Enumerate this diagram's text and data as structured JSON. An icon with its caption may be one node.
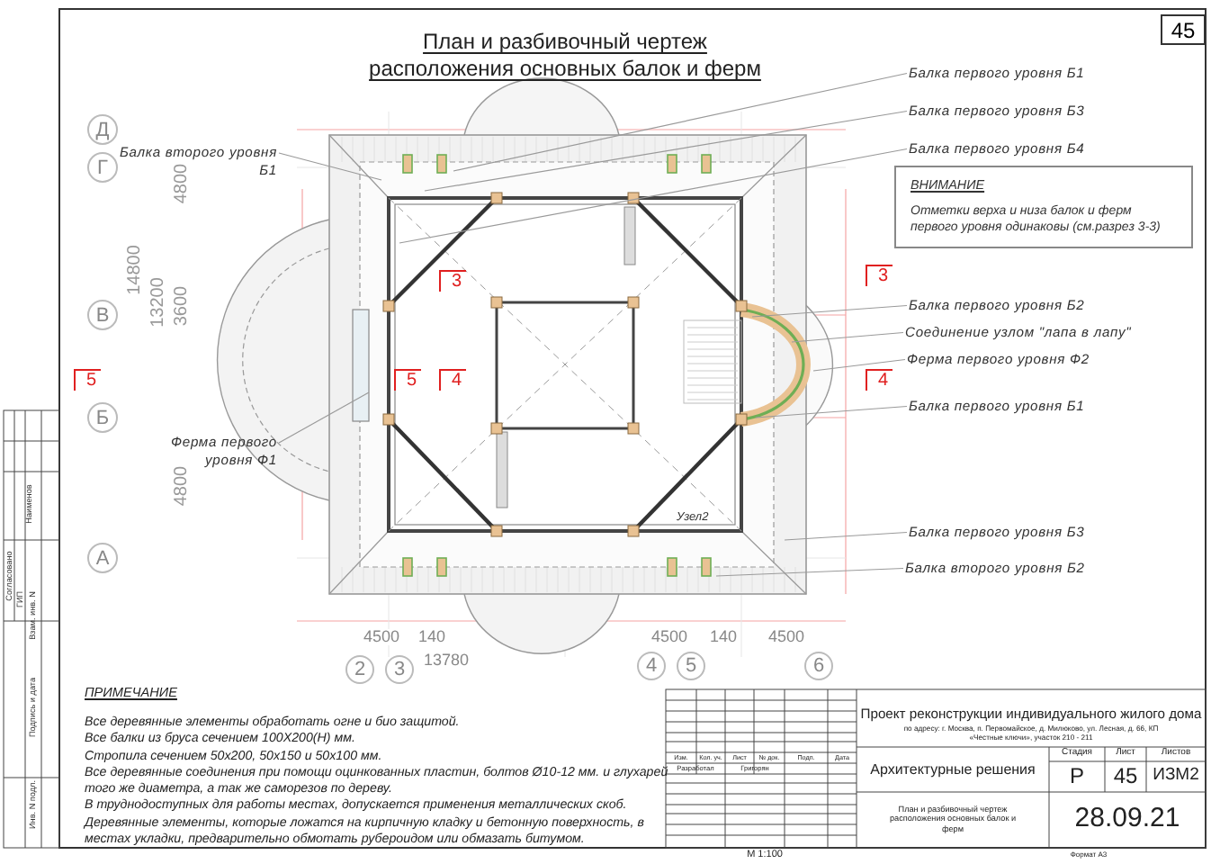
{
  "diagram": {
    "title": "План и разбивочный чертеж расположения основных балок и ферм",
    "nodes": [
      {
        "text": [
          "Балка второго уровня Б1"
        ]
      },
      {
        "text": [
          "Ферма первого уровня Ф1"
        ]
      },
      {
        "text": [
          "Балка первого уровня Б1"
        ]
      },
      {
        "text": [
          "Балка первого уровня Б3"
        ]
      },
      {
        "text": [
          "Балка первого уровня Б4"
        ]
      },
      {
        "text": [
          "ВНИМАНИЕ",
          "Отметки верха и низа балок и ферм первого уровня одинаковы (см.разрез 3-3)"
        ]
      },
      {
        "text": [
          "Балка первого уровня Б2"
        ]
      },
      {
        "text": [
          "Соединение узлом \"лапа в лапу\""
        ]
      },
      {
        "text": [
          "Ферма первого уровня Ф2"
        ]
      },
      {
        "text": [
          "Балка первого уровня Б1"
        ]
      },
      {
        "text": [
          "Балка первого уровня Б3"
        ]
      },
      {
        "text": [
          "Балка второго уровня Б2"
        ]
      }
    ],
    "edges": [
      {
        "from": 0,
        "to": null,
        "arrow": "none"
      },
      {
        "from": 1,
        "to": null,
        "arrow": "none"
      },
      {
        "from": 2,
        "to": null,
        "arrow": "none"
      },
      {
        "from": 3,
        "to": null,
        "arrow": "none"
      },
      {
        "from": 4,
        "to": null,
        "arrow": "none"
      },
      {
        "from": 6,
        "to": null,
        "arrow": "none"
      },
      {
        "from": 7,
        "to": null,
        "arrow": "none"
      },
      {
        "from": 8,
        "to": null,
        "arrow": "none"
      },
      {
        "from": 9,
        "to": null,
        "arrow": "none"
      },
      {
        "from": 10,
        "to": null,
        "arrow": "none"
      },
      {
        "from": 11,
        "to": null,
        "arrow": "none"
      }
    ],
    "labels": [
      "45",
      "Д",
      "Г",
      "В",
      "Б",
      "А",
      "14800",
      "13200",
      "4800",
      "3600",
      "4800",
      "3",
      "5",
      "5",
      "4",
      "3",
      "4",
      "Узел2",
      "4500",
      "140",
      "4500",
      "140",
      "13780",
      "4500",
      "2",
      "3",
      "4",
      "5",
      "6",
      "ПРИМЕЧАНИЕ",
      "Все деревянные элементы обработать огне и био защитой.",
      "Все балки из бруса сечением 100Х200(Н) мм.",
      "Стропила сечением 50х200, 50х150 и 50х100 мм.",
      "Все деревянные соединения при помощи оцинкованных пластин, болтов Ø10-12 мм. и глухарей того же диаметра, а так же саморезов по дереву.",
      "В труднодоступных для работы местах, допускается применения металлических скоб.",
      "Деревянные элементы, которые ложатся на кирпичную кладку и бетонную поверхность, в местах укладки, предварительно обмотать рубероидом или обмазать битумом.",
      "Изм.",
      "Кол. уч.",
      "Лист",
      "№ док.",
      "Подп.",
      "Дата",
      "Разработал",
      "Григорян",
      "Проект реконструкции индивидуального жилого дома",
      "по адресу: г. Москва, п. Первомайское, д. Милюково, ул. Лесная, д. 66, КП «Честные ключи», участок 210 - 211",
      "Стадия",
      "Лист",
      "Листов",
      "Архитектурные решения",
      "Р",
      "45",
      "ИЗМ2",
      "План и разбивочный чертеж расположения основных балок и ферм",
      "28.09.21",
      "М 1:100",
      "Формат А3",
      "Согласовано",
      "ГИП",
      "Наименов",
      "Взам. инв. N",
      "Подпись и дата",
      "Инв. N подл."
    ]
  }
}
